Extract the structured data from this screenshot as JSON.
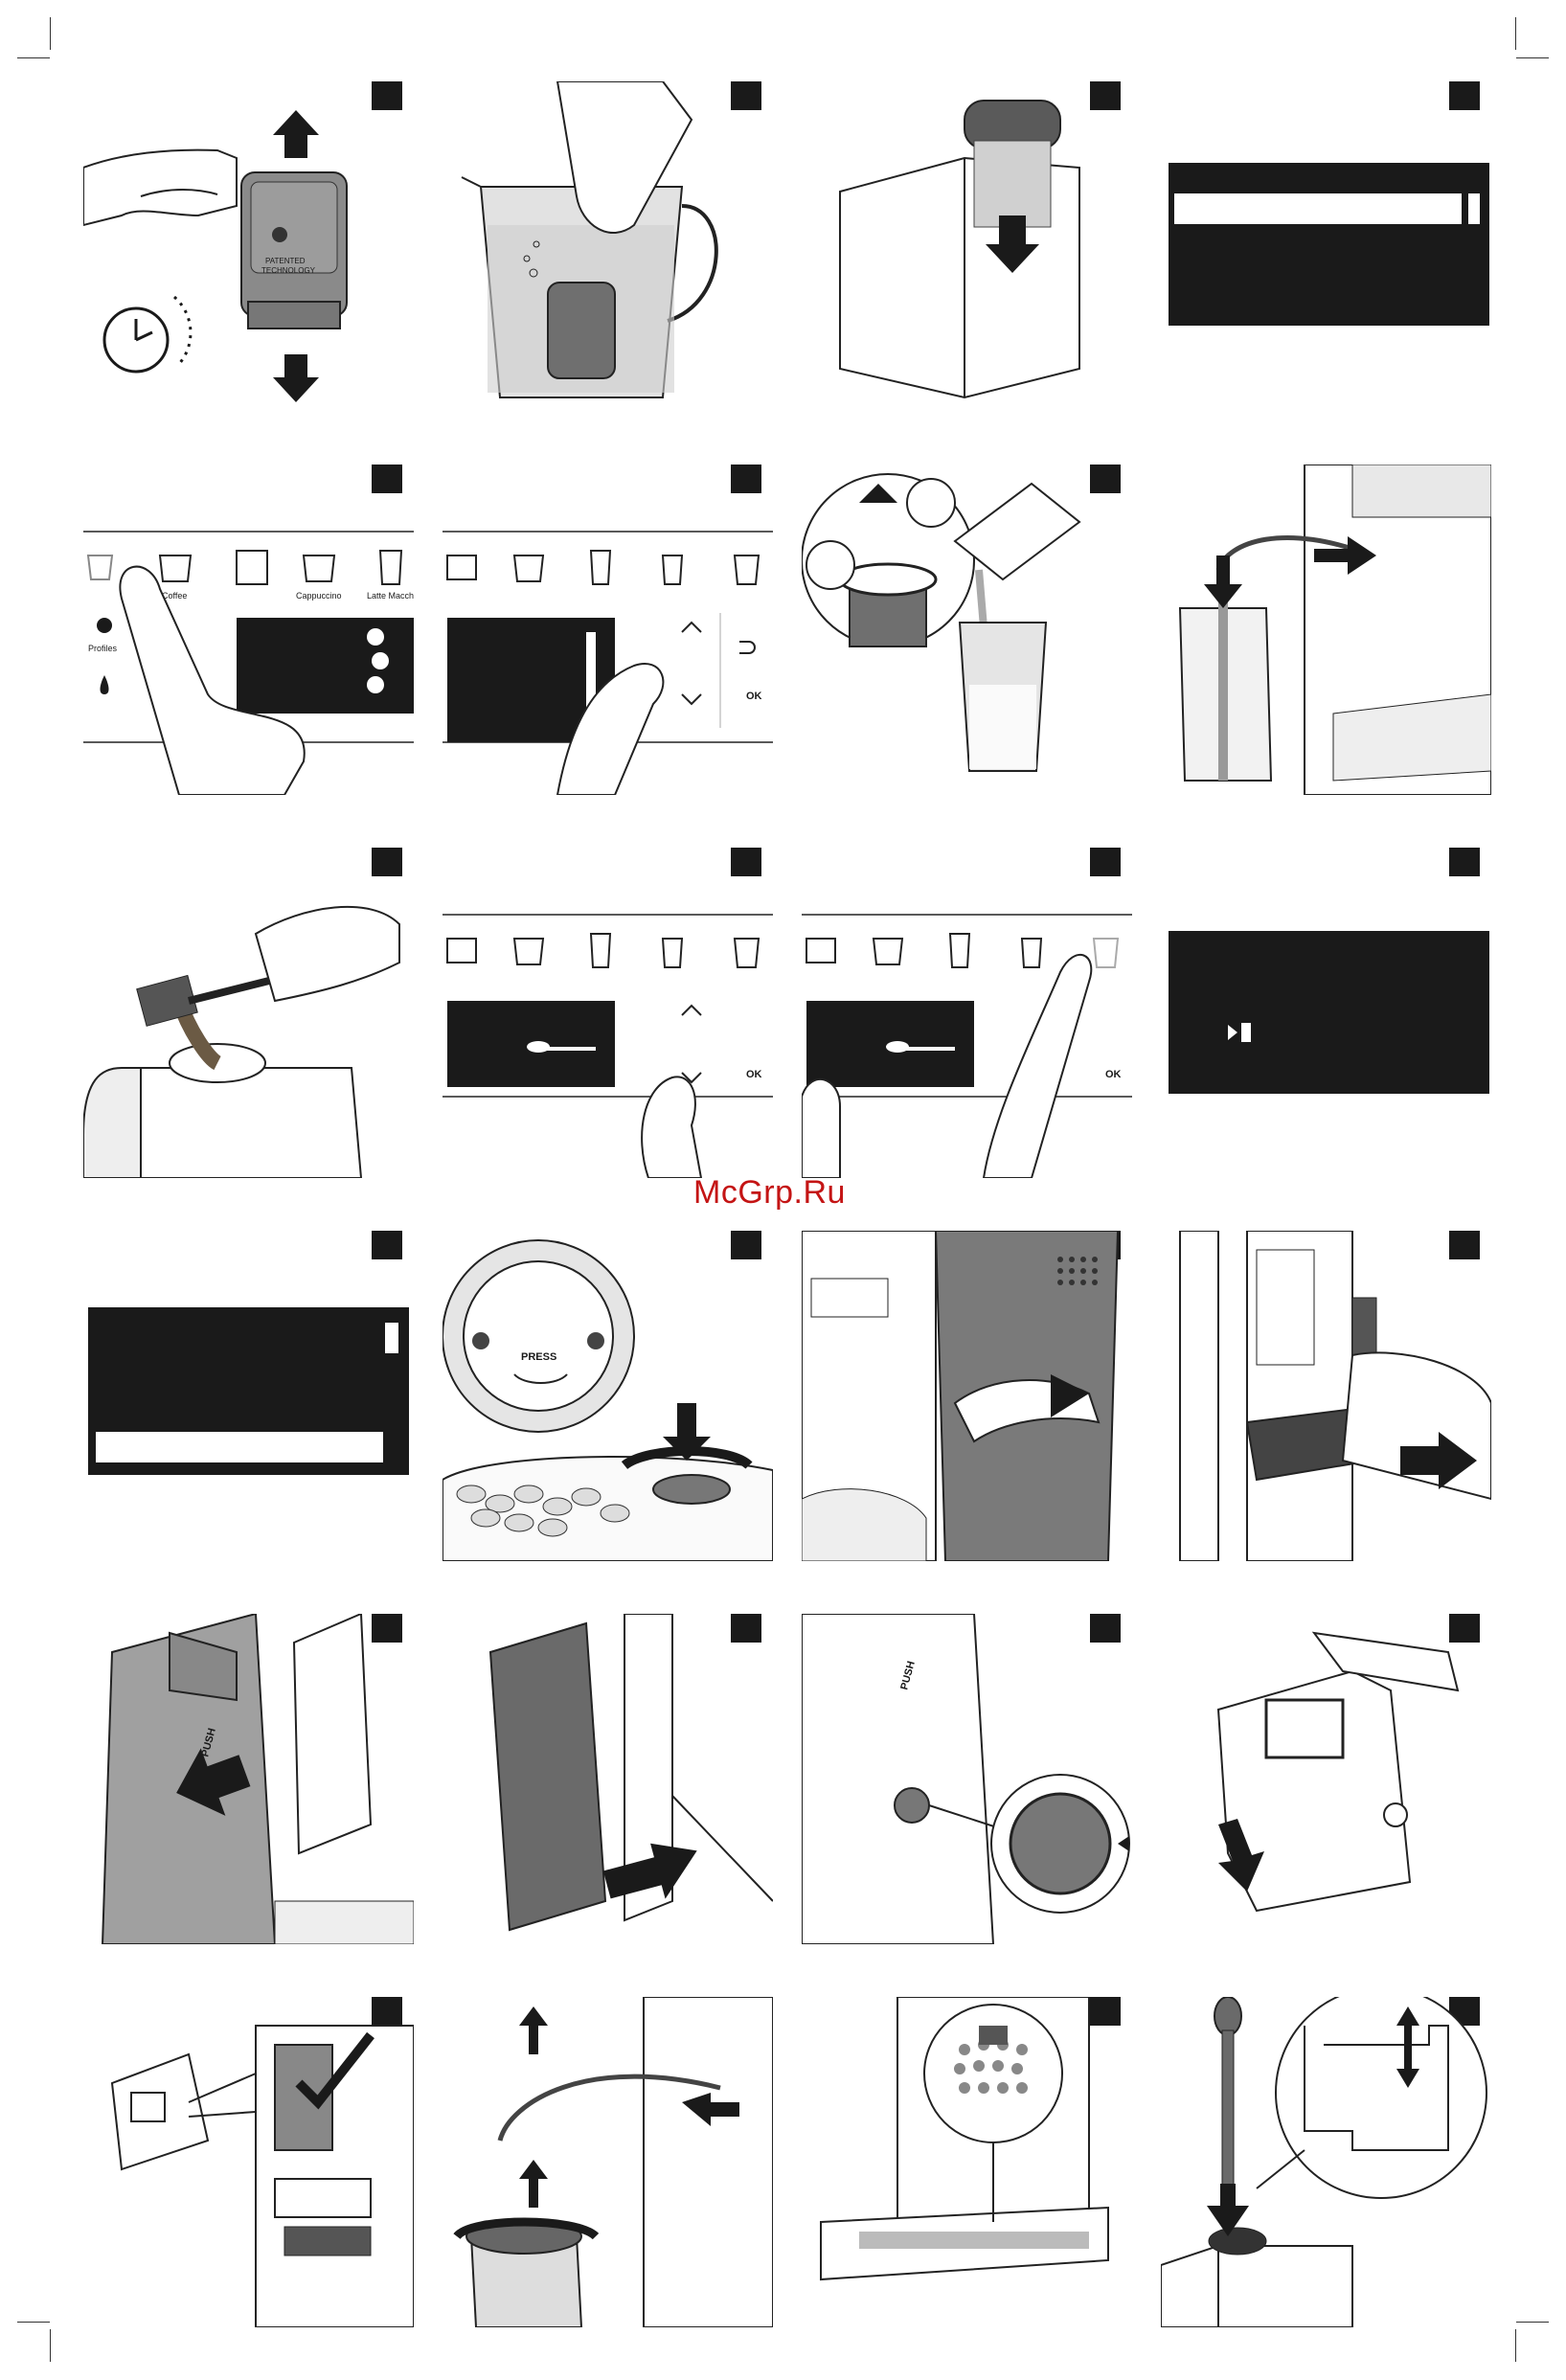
{
  "watermark": "McGrp.Ru",
  "cartridge": {
    "line1": "PATENTED",
    "line2": "TECHNOLOGY"
  },
  "beverage_labels": {
    "coffee": "Coffee",
    "cappuccino": "Cappuccino",
    "latte": "Latte Macch",
    "profiles": "Profiles"
  },
  "keys": {
    "ok": "OK"
  },
  "brew_group_knob": {
    "press": "PRESS"
  },
  "brew_unit": {
    "push": "PUSH"
  }
}
